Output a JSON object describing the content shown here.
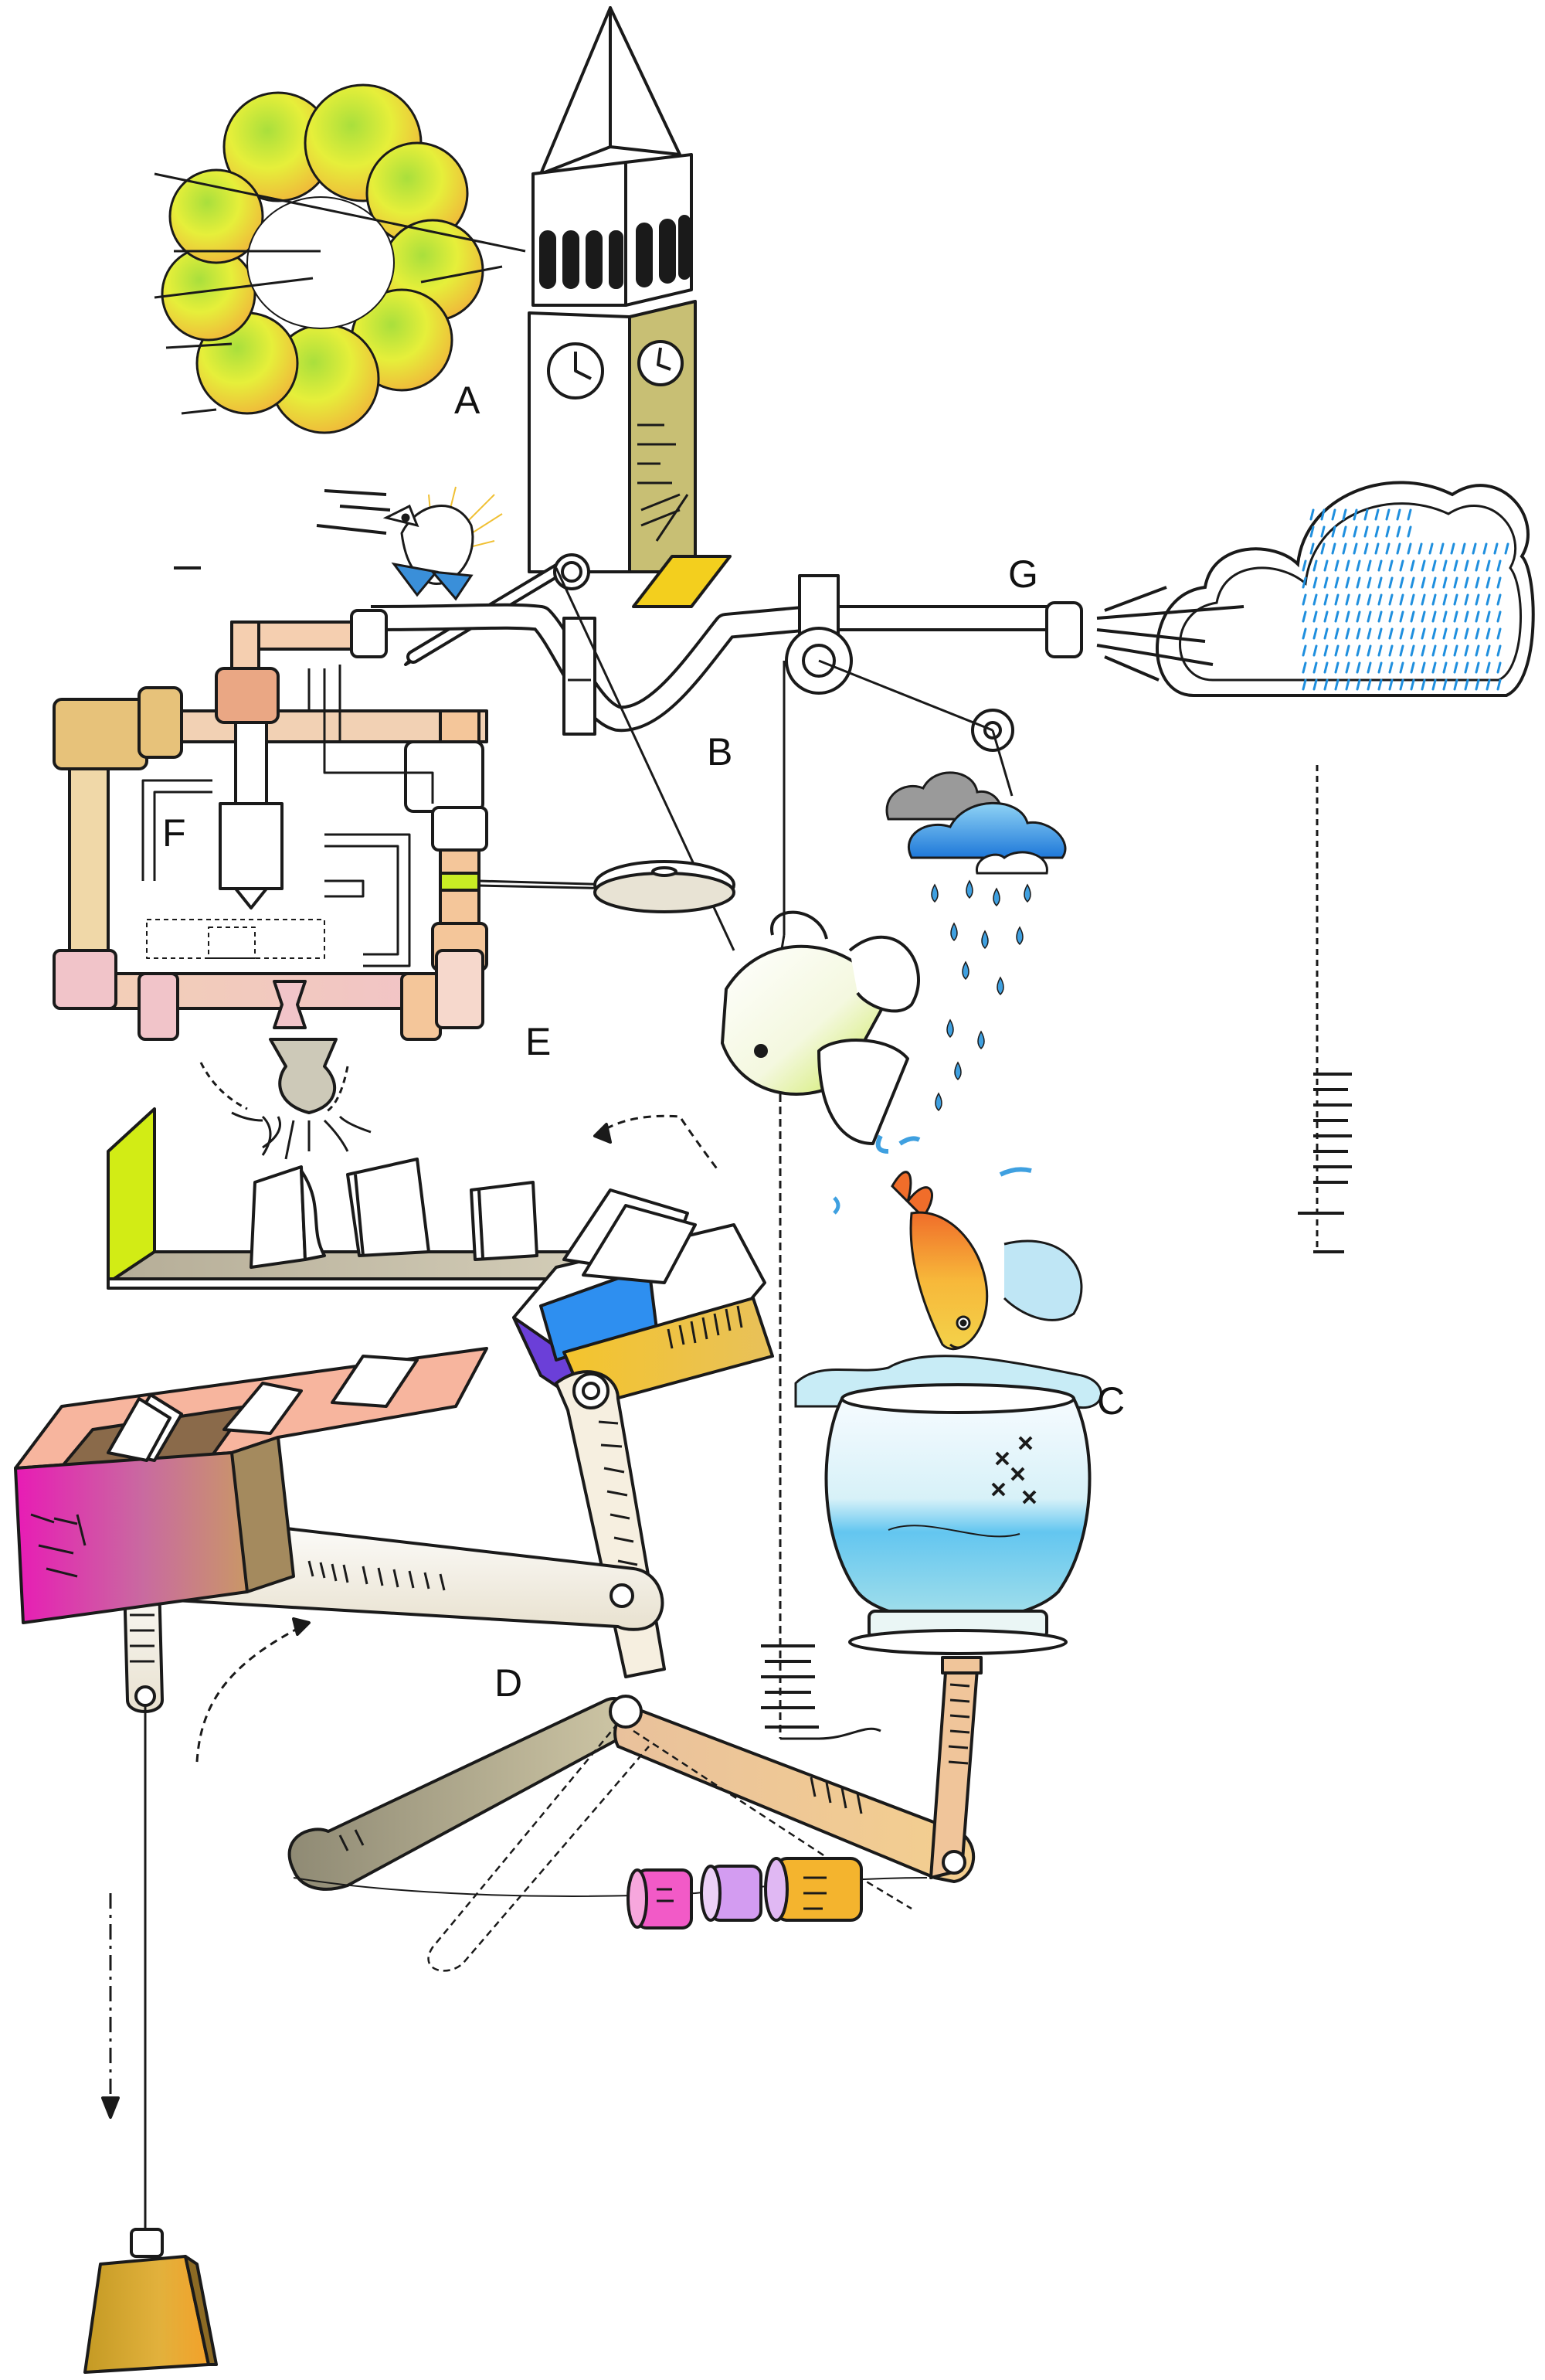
{
  "labels": {
    "a": "A",
    "b": "B",
    "c": "C",
    "d": "D",
    "e": "E",
    "f": "F",
    "g": "G"
  },
  "colors": {
    "ink": "#1a1a1a",
    "smoke_yellow": "#e6ef3a",
    "smoke_green": "#a9df3c",
    "smoke_orange": "#f0b53a",
    "tower_olive": "#c8bf74",
    "tower_sign_yellow": "#f3cf1e",
    "pipe_tan": "#f5c9ab",
    "pipe_peach": "#eaa784",
    "pipe_pink": "#f1c4c9",
    "pipe_mustard": "#e7c27a",
    "shelf_gray": "#c6bfa9",
    "shelf_end_lime": "#d2ec15",
    "book_blue": "#2e8ff0",
    "box_yellow": "#f0c533",
    "lever_cream": "#f4f0e3",
    "tray_magenta": "#e81bb5",
    "tray_salmon": "#f7b59e",
    "arm_taupe": "#a59b7f",
    "arm_peach": "#f4c88f",
    "fishbowl_water": "#6ec9f2",
    "fish_orange": "#f3a62c",
    "cloud_blue": "#1f8fde",
    "weight_gold": "#d6a726",
    "spool_pink": "#f25ac7",
    "spool_violet": "#d39cf1",
    "spool_orange": "#f4b42e"
  },
  "icons": [
    "smoke-puff-icon",
    "clock-tower-icon",
    "bird-icon",
    "pipe-network-icon",
    "printer-nozzle-icon",
    "book-shelf-icon",
    "book-box-icon",
    "lever-arm-icon",
    "tray-icon",
    "counterweight-icon",
    "tripod-linkage-icon",
    "spool-icon",
    "fishbowl-icon",
    "fish-icon",
    "watering-can-icon",
    "small-cloud-icon",
    "rain-cloud-icon",
    "pulley-icon"
  ]
}
